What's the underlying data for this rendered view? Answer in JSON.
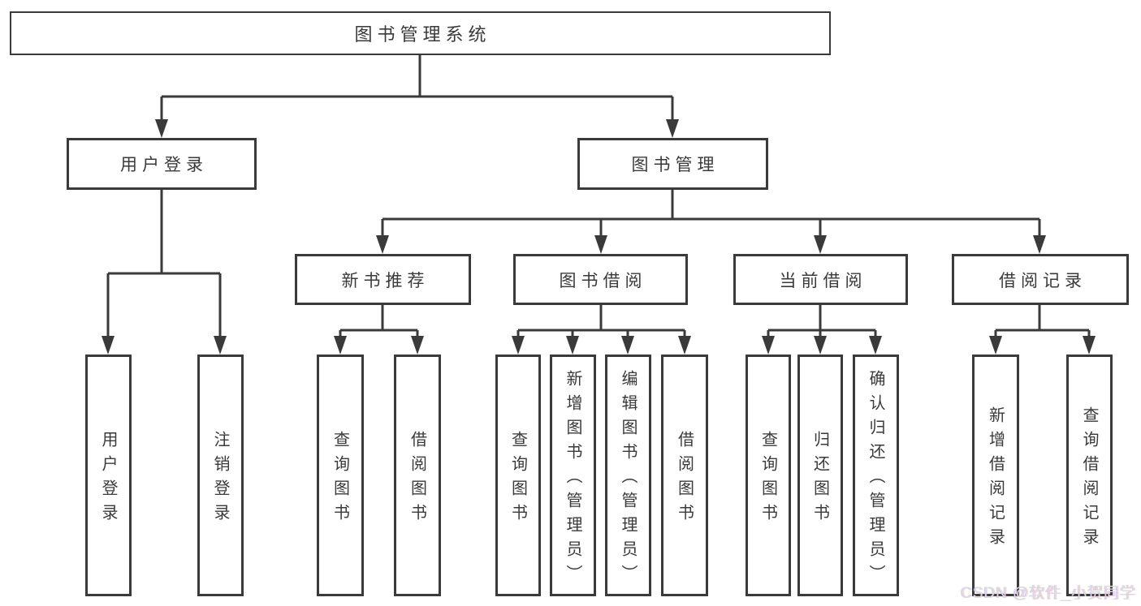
{
  "tree": {
    "label": "图书管理系统",
    "children": [
      {
        "label": "用户登录",
        "children": [
          {
            "label": "用户登录"
          },
          {
            "label": "注销登录"
          }
        ]
      },
      {
        "label": "图书管理",
        "children": [
          {
            "label": "新书推荐",
            "children": [
              {
                "label": "查询图书"
              },
              {
                "label": "借阅图书"
              }
            ]
          },
          {
            "label": "图书借阅",
            "children": [
              {
                "label": "查询图书"
              },
              {
                "label": "新增图书（管理员）"
              },
              {
                "label": "编辑图书（管理员）"
              },
              {
                "label": "借阅图书"
              }
            ]
          },
          {
            "label": "当前借阅",
            "children": [
              {
                "label": "查询图书"
              },
              {
                "label": "归还图书"
              },
              {
                "label": "确认归还（管理员）"
              }
            ]
          },
          {
            "label": "借阅记录",
            "children": [
              {
                "label": "新增借阅记录"
              },
              {
                "label": "查询借阅记录"
              }
            ]
          }
        ]
      }
    ]
  },
  "watermark": {
    "text": "CSDN @软件_小贺同学"
  },
  "colors": {
    "line": "#3a3a3a",
    "text": "#3a3a3a",
    "background": "#ffffff",
    "watermark": "#dcdcdc"
  }
}
